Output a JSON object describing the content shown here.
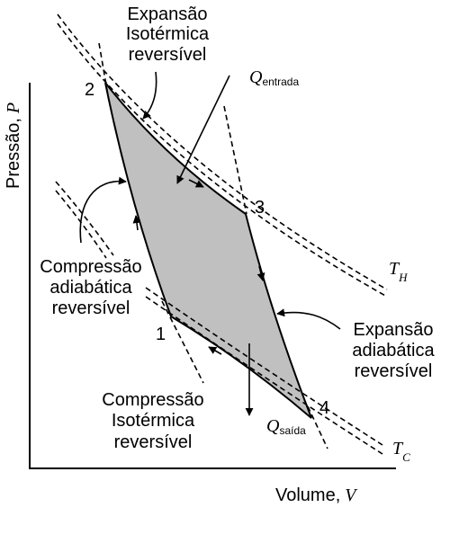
{
  "axes": {
    "x_label": "Volume,",
    "x_symbol": "V",
    "y_label": "Pressão,",
    "y_symbol": "P"
  },
  "states": [
    "1",
    "2",
    "3",
    "4"
  ],
  "isotherms": {
    "hot": {
      "symbol": "T",
      "sub": "H"
    },
    "cold": {
      "symbol": "T",
      "sub": "C"
    }
  },
  "heat": {
    "in": {
      "symbol": "Q",
      "sub": "entrada"
    },
    "out": {
      "symbol": "Q",
      "sub": "saída"
    }
  },
  "processes": {
    "isothermal_expansion": [
      "Expansão",
      "Isotérmica",
      "reversível"
    ],
    "adiabatic_compression": [
      "Compressão",
      "adiabática",
      "reversível"
    ],
    "adiabatic_expansion": [
      "Expansão",
      "adiabática",
      "reversível"
    ],
    "isothermal_compression": [
      "Compressão",
      "Isotérmica",
      "reversível"
    ]
  },
  "colors": {
    "cycle_fill": "#c0c0c0",
    "ink": "#000000"
  }
}
